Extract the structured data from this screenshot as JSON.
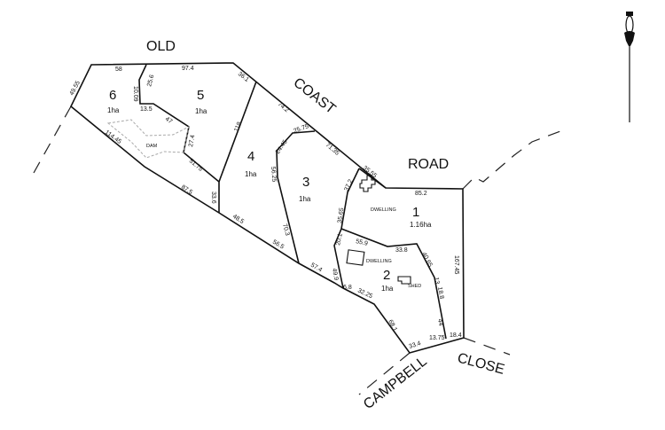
{
  "roads": {
    "old": "OLD",
    "coast": "COAST",
    "road": "ROAD",
    "campbell": "CAMPBELL",
    "close": "CLOSE"
  },
  "lots": [
    {
      "number": "1",
      "area": "1.16ha"
    },
    {
      "number": "2",
      "area": "1ha"
    },
    {
      "number": "3",
      "area": "1ha"
    },
    {
      "number": "4",
      "area": "1ha"
    },
    {
      "number": "5",
      "area": "1ha"
    },
    {
      "number": "6",
      "area": "1ha"
    }
  ],
  "features": {
    "dam": "DAM",
    "dwelling1": "DWELLING",
    "dwelling2": "DWELLING",
    "shed": "SHED"
  },
  "dimensions": {
    "d58": "58",
    "d97_4": "97.4",
    "d36_1": "36.1",
    "d49_55": "49.55",
    "d25_6": "25.6",
    "d10_09": "10.09",
    "d13_5": "13.5",
    "d47": "47",
    "d27_4": "27.4",
    "d51_75": "51.75",
    "d114_45": "114.45",
    "d87_5": "87.5",
    "d33_6": "33.6",
    "d118": "118",
    "d74_2": "74.2",
    "d48_5": "48.5",
    "d56_5": "56.5",
    "d56_25": "56.25",
    "d24_45": "24.45",
    "d25_75": "25.75",
    "d71_35": "71.35",
    "d70_3": "70.3",
    "d57_4": "57.4",
    "d35_55": "35.55",
    "d37_2": "37.2",
    "d35_65": "35.65",
    "d85_2": "85.2",
    "d167_45": "167.45",
    "d20_1": "20.1",
    "d49_9": "49.9",
    "d55_9": "55.9",
    "d33_8": "33.8",
    "d40_65": "40.65",
    "d13": "13",
    "d18_8": "18.8",
    "d44": "44",
    "d6_8": "6.8",
    "d32_25": "32.25",
    "d68_1": "68.1",
    "d33_4": "33.4",
    "d13_75": "13.75",
    "d18_4": "18.4"
  }
}
